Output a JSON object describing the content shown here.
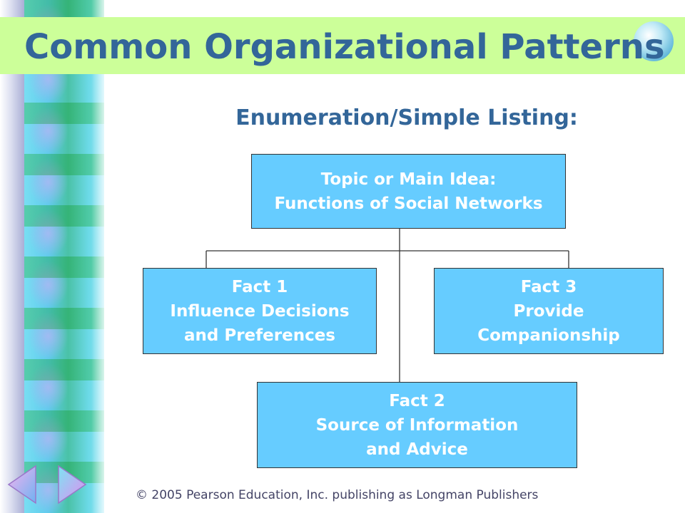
{
  "title": "Common Organizational Patterns",
  "subtitle": "Enumeration/Simple Listing:",
  "diagram": {
    "topic": {
      "lines": [
        "Topic or Main Idea:",
        "Functions of Social Networks"
      ]
    },
    "fact1": {
      "lines": [
        "Fact 1",
        "Influence Decisions",
        "and Preferences"
      ]
    },
    "fact2": {
      "lines": [
        "Fact 2",
        "Source of Information",
        "and Advice"
      ]
    },
    "fact3": {
      "lines": [
        "Fact 3",
        "Provide",
        "Companionship"
      ]
    }
  },
  "footer": "© 2005 Pearson Education, Inc. publishing as Longman Publishers",
  "nav": {
    "prev_icon": "left-arrow-icon",
    "next_icon": "right-arrow-icon"
  },
  "colors": {
    "title_bar": "#ccff99",
    "title_text": "#336699",
    "box_fill": "#66ccff",
    "box_text": "#ffffff"
  }
}
